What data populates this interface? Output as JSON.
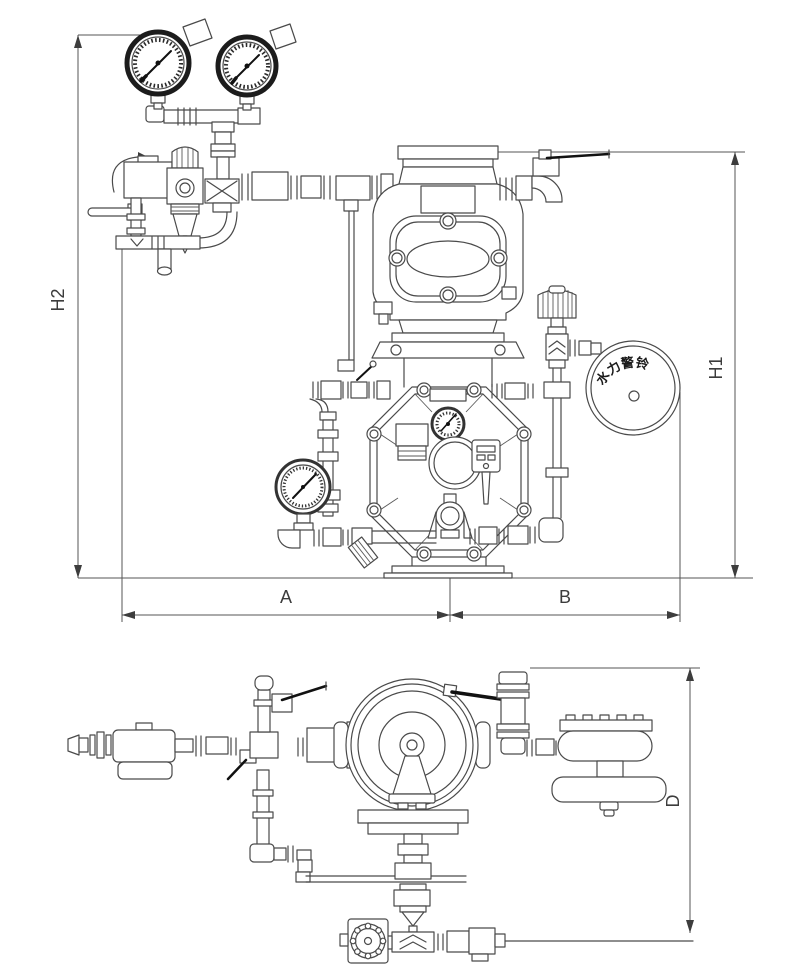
{
  "drawing": {
    "type": "valve-assembly-engineering-drawing",
    "labels": {
      "h2": "H2",
      "h1": "H1",
      "a": "A",
      "b": "B",
      "d": "D"
    },
    "gong_label": "水力警铃",
    "colors": {
      "line": "#4a4a4a",
      "dimension": "#555555",
      "gauge_bezel": "#1c1c1c",
      "background": "#ffffff"
    }
  }
}
